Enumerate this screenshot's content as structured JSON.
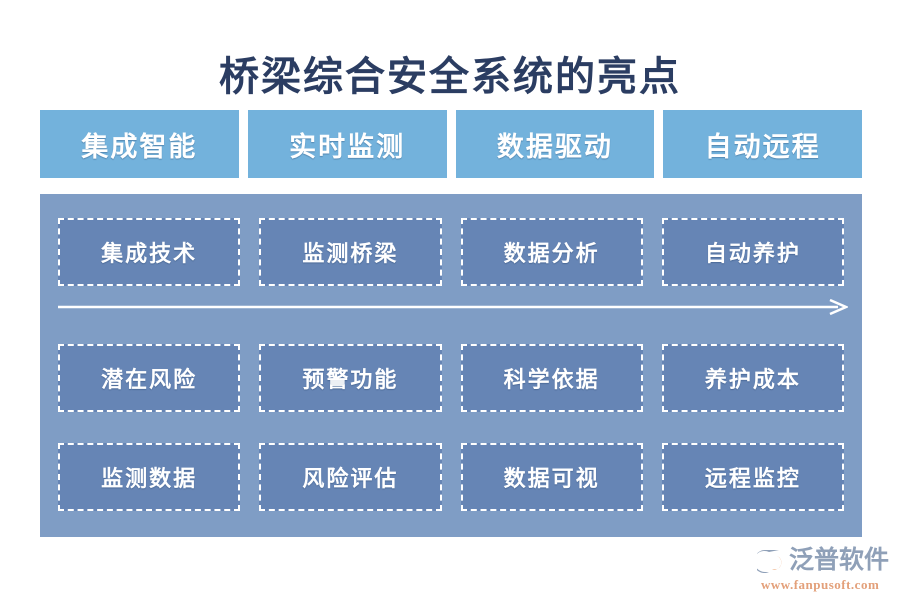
{
  "page": {
    "title": "桥梁综合安全系统的亮点",
    "background_color": "#ffffff",
    "title_color": "#2b3d62"
  },
  "colors": {
    "header_tab": "#73b2dc",
    "panel": "#7f9dc5",
    "cell": "#6685b5",
    "cell_border": "#ffffff",
    "arrow": "#ffffff",
    "logo_text": "#8fa0b8",
    "logo_url": "#e3a07a"
  },
  "header": {
    "tabs": [
      {
        "label": "集成智能"
      },
      {
        "label": "实时监测"
      },
      {
        "label": "数据驱动"
      },
      {
        "label": "自动远程"
      }
    ]
  },
  "panel": {
    "arrow": {
      "name": "right-arrow",
      "direction": "right"
    },
    "rows": [
      {
        "row_index": 1,
        "cells": [
          {
            "label": "集成技术"
          },
          {
            "label": "监测桥梁"
          },
          {
            "label": "数据分析"
          },
          {
            "label": "自动养护"
          }
        ]
      },
      {
        "row_index": 2,
        "cells": [
          {
            "label": "潜在风险"
          },
          {
            "label": "预警功能"
          },
          {
            "label": "科学依据"
          },
          {
            "label": "养护成本"
          }
        ]
      },
      {
        "row_index": 3,
        "cells": [
          {
            "label": "监测数据"
          },
          {
            "label": "风险评估"
          },
          {
            "label": "数据可视"
          },
          {
            "label": "远程监控"
          }
        ]
      }
    ]
  },
  "logo": {
    "brand": "泛普软件",
    "url": "www.fanpusoft.com",
    "mark": "fanpu-swoosh-icon"
  }
}
